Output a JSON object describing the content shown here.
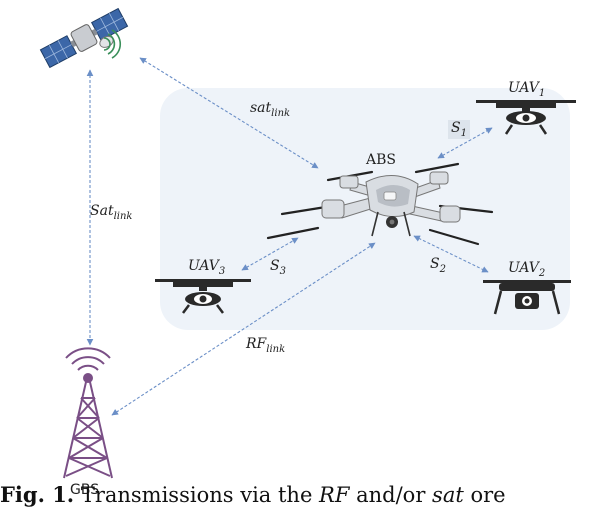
{
  "labels": {
    "abs": "ABS",
    "gbs": "GBS",
    "sat_link_upper": {
      "base": "sat",
      "sub": "link"
    },
    "sat_link_vertical": {
      "base": "Sat",
      "sub": "link"
    },
    "rf_link": {
      "base": "RF",
      "sub": "link"
    },
    "uav1": {
      "base": "UAV",
      "sub": "1"
    },
    "uav2": {
      "base": "UAV",
      "sub": "2"
    },
    "uav3": {
      "base": "UAV",
      "sub": "3"
    },
    "s1": {
      "base": "S",
      "sub": "1"
    },
    "s2": {
      "base": "S",
      "sub": "2"
    },
    "s3": {
      "base": "S",
      "sub": "3"
    }
  },
  "caption": {
    "prefix": "Fig. 1.",
    "text_a": "Transmissions via the ",
    "rf": "RF",
    "text_b": "  and/or ",
    "sat": "sat",
    "text_c": "  ore"
  },
  "colors": {
    "panel": "#eef3f9",
    "link": "#6b8fc7",
    "tower": "#7a4f86",
    "drone_dark": "#2a2a2a",
    "drone_light": "#d9dde2"
  },
  "icons": [
    "satellite-icon",
    "tower-icon",
    "abs-drone-icon",
    "uav-icon"
  ]
}
